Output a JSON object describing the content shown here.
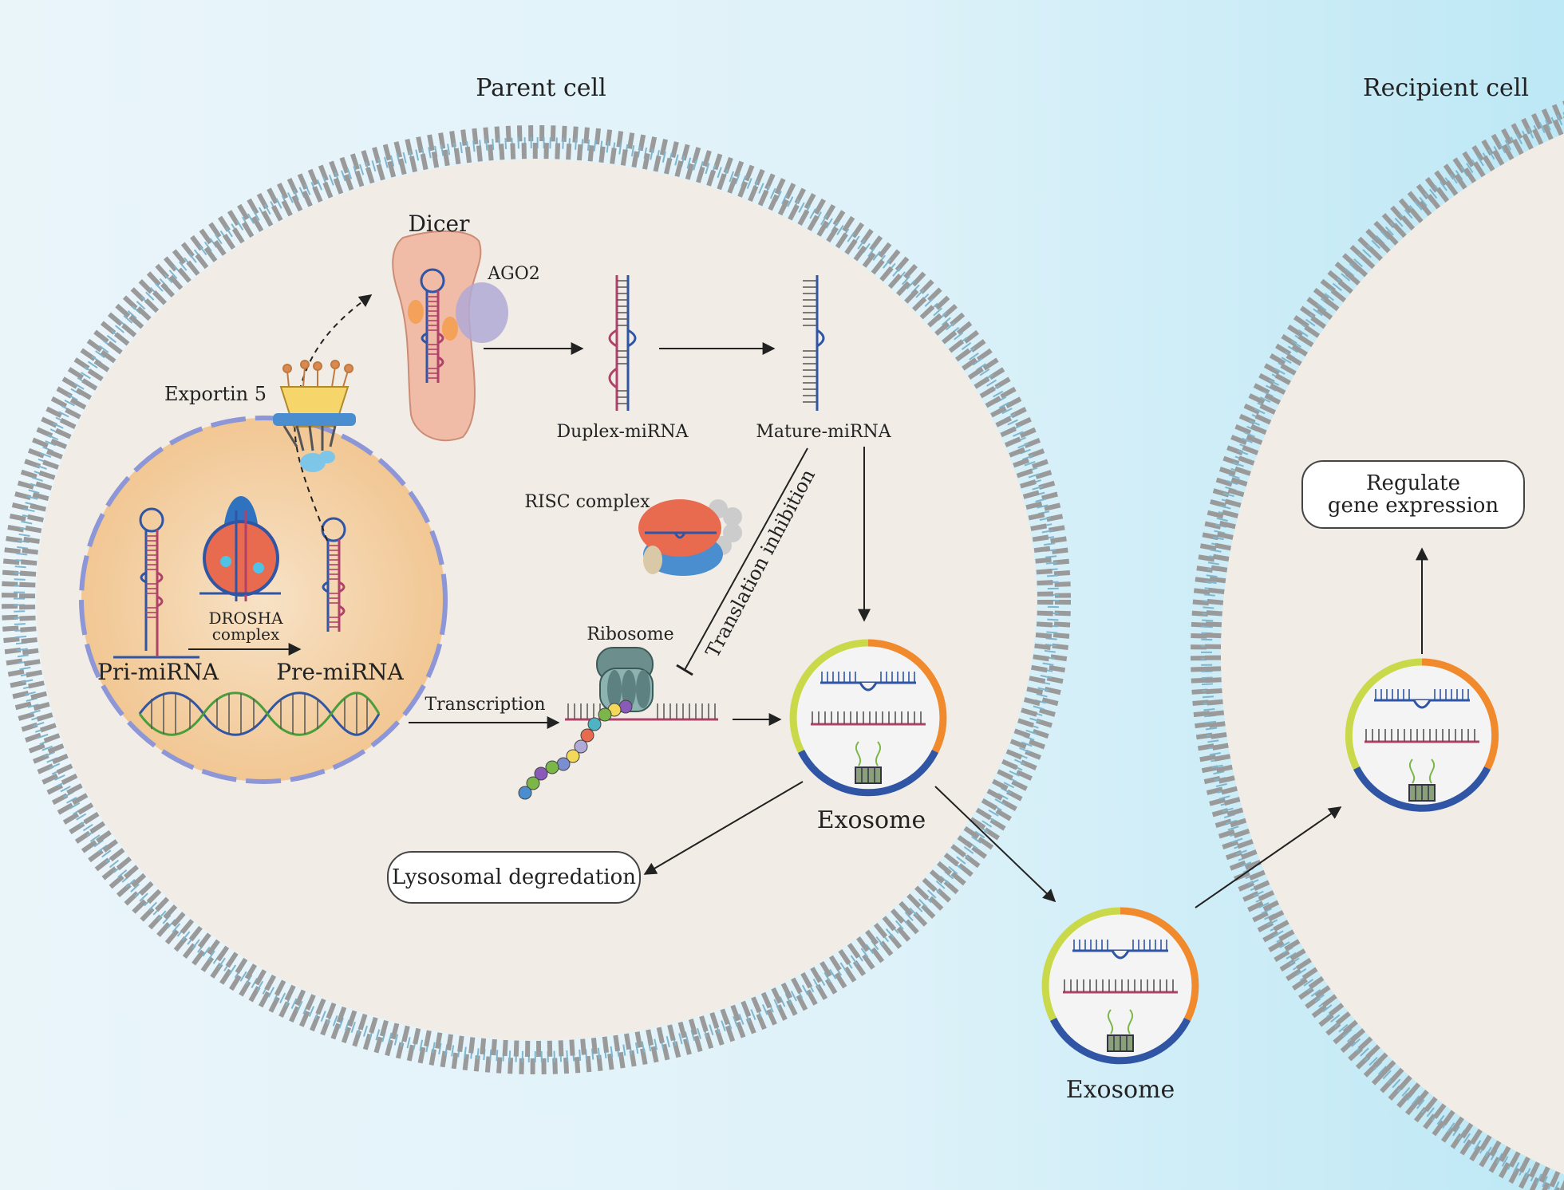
{
  "labels": {
    "parent_cell": "Parent cell",
    "recipient_cell": "Recipient cell",
    "dicer": "Dicer",
    "ago2": "AGO2",
    "exportin5": "Exportin 5",
    "duplex_mirna": "Duplex-miRNA",
    "mature_mirna": "Mature-miRNA",
    "risc_complex": "RISC complex",
    "translation_inhibition": "Translation inhibition",
    "drosha_line1": "DROSHA",
    "drosha_line2": "complex",
    "pri_mirna": "Pri-miRNA",
    "pre_mirna": "Pre-miRNA",
    "transcription": "Transcription",
    "ribosome": "Ribosome",
    "exosome_parent": "Exosome",
    "exosome_outside": "Exosome",
    "lysosomal_degradation": "Lysosomal degredation",
    "regulate_line1": "Regulate",
    "regulate_line2": "gene expression"
  },
  "colors": {
    "background_left": "#e8f4fa",
    "background_right": "#bfe9f6",
    "cytoplasm": "#f1ede6",
    "nucleus": "#f3cfa4",
    "nucleus_border": "#8d96d6",
    "membrane_head": "#9a9a9a",
    "membrane_tail": "#7fb6cf",
    "exosome_yellow": "#c9d94a",
    "exosome_orange": "#f08a2c",
    "exosome_blue": "#2f55a4",
    "rna_pink": "#b0426a",
    "rna_blue": "#2f55a4"
  },
  "icons": [
    "dicer-icon",
    "ago2-icon",
    "exportin5-icon",
    "drosha-complex-icon",
    "risc-complex-icon",
    "ribosome-icon",
    "dna-helix-icon",
    "exosome-icon",
    "hairpin-rna-icon"
  ]
}
